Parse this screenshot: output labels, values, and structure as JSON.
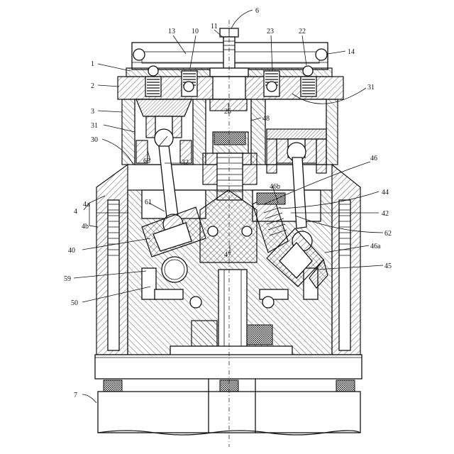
{
  "labels": {
    "l6": "6",
    "l13": "13",
    "l10": "10",
    "l11": "11",
    "l23": "23",
    "l22": "22",
    "l14": "14",
    "l1": "1",
    "l2": "2",
    "l31a": "31",
    "l3": "3",
    "l25": "25",
    "l48": "48",
    "l31b": "31",
    "l30": "30",
    "l63": "63",
    "l32": "32",
    "l46": "46",
    "l46b": "46b",
    "l44": "44",
    "l4a": "4a",
    "l4": "4",
    "l42": "42",
    "l4b": "4b",
    "l61": "61",
    "l62": "62",
    "l40": "40",
    "l47": "47",
    "l46a": "46a",
    "l45": "45",
    "l59": "59",
    "l50": "50",
    "l7": "7"
  }
}
